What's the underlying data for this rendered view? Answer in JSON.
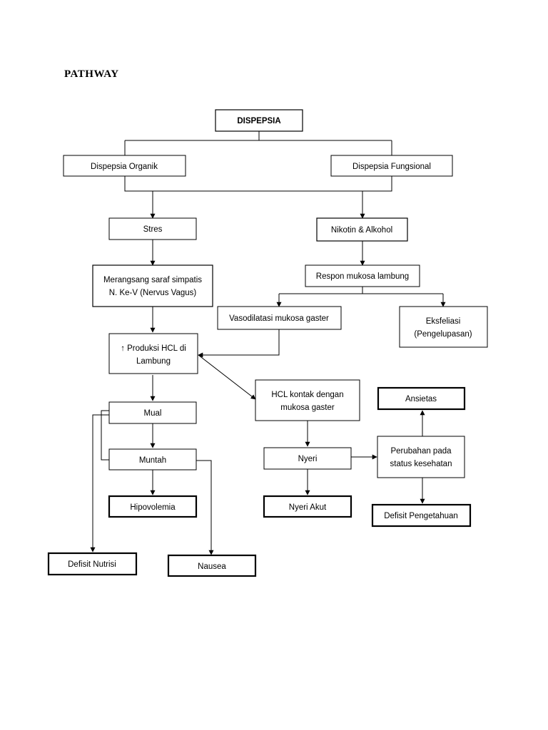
{
  "heading": "PATHWAY",
  "nodes": {
    "dispepsia": [
      "DISPEPSIA"
    ],
    "organik": [
      "Dispepsia Organik"
    ],
    "fungsional": [
      "Dispepsia Fungsional"
    ],
    "stres": [
      "Stres"
    ],
    "nikotin": [
      "Nikotin & Alkohol"
    ],
    "merangsang": [
      "Merangsang saraf simpatis",
      "N. Ke-V (Nervus Vagus)"
    ],
    "respon": [
      "Respon mukosa lambung"
    ],
    "vasodilatasi": [
      "Vasodilatasi mukosa gaster"
    ],
    "eksfeliasi": [
      "Eksfeliasi",
      "(Pengelupasan)"
    ],
    "produksi": [
      "↑ Produksi HCL di",
      "Lambung"
    ],
    "hcl_kontak": [
      "HCL kontak dengan",
      "mukosa gaster"
    ],
    "ansietas": [
      "Ansietas"
    ],
    "mual": [
      "Mual"
    ],
    "muntah": [
      "Muntah"
    ],
    "nyeri": [
      "Nyeri"
    ],
    "perubahan": [
      "Perubahan pada",
      "status kesehatan"
    ],
    "hipovolemia": [
      "Hipovolemia"
    ],
    "nyeri_akut": [
      "Nyeri Akut"
    ],
    "defisit_pengetahuan": [
      "Defisit Pengetahuan"
    ],
    "defisit_nutrisi": [
      "Defisit Nutrisi"
    ],
    "nausea": [
      "Nausea"
    ]
  },
  "edges": [
    [
      "dispepsia",
      "organik"
    ],
    [
      "dispepsia",
      "fungsional"
    ],
    [
      "organik",
      "stres"
    ],
    [
      "fungsional",
      "nikotin"
    ],
    [
      "stres",
      "merangsang"
    ],
    [
      "nikotin",
      "respon"
    ],
    [
      "respon",
      "vasodilatasi"
    ],
    [
      "respon",
      "eksfeliasi"
    ],
    [
      "merangsang",
      "produksi"
    ],
    [
      "vasodilatasi",
      "produksi"
    ],
    [
      "produksi",
      "hcl_kontak"
    ],
    [
      "produksi",
      "mual"
    ],
    [
      "mual",
      "muntah"
    ],
    [
      "mual",
      "defisit_nutrisi"
    ],
    [
      "muntah",
      "hipovolemia"
    ],
    [
      "muntah",
      "nausea"
    ],
    [
      "hcl_kontak",
      "nyeri"
    ],
    [
      "nyeri",
      "nyeri_akut"
    ],
    [
      "nyeri",
      "perubahan"
    ],
    [
      "perubahan",
      "ansietas"
    ],
    [
      "perubahan",
      "defisit_pengetahuan"
    ]
  ]
}
